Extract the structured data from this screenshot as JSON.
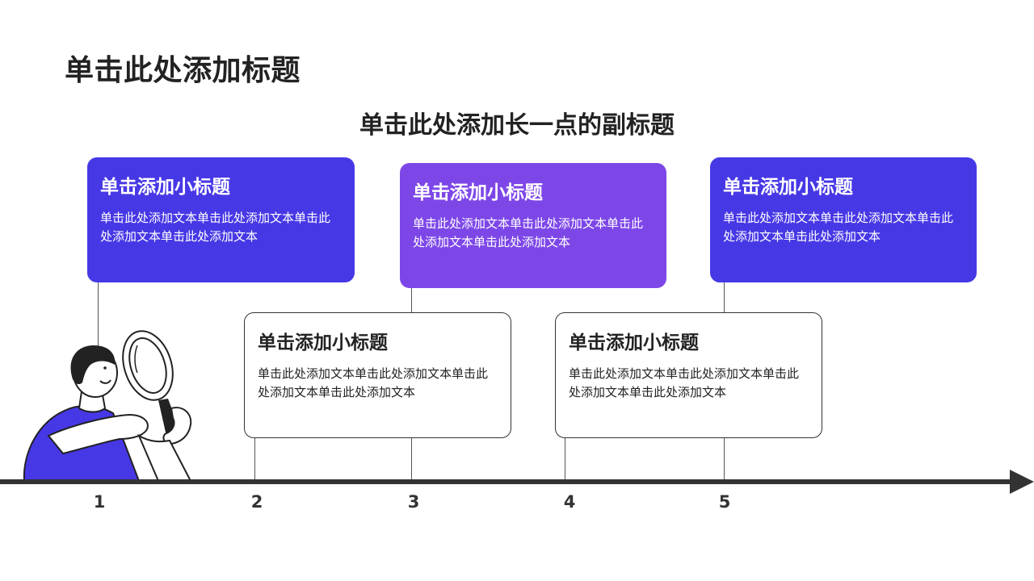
{
  "title": "单击此处添加标题",
  "subtitle": "单击此处添加长一点的副标题",
  "colors": {
    "blue": "#4738e6",
    "purple": "#7d47e8",
    "dark": "#333333"
  },
  "cards": [
    {
      "title": "单击添加小标题",
      "text": "单击此处添加文本单击此处添加文本单击此处添加文本单击此处添加文本"
    },
    {
      "title": "单击添加小标题",
      "text": "单击此处添加文本单击此处添加文本单击此处添加文本单击此处添加文本"
    },
    {
      "title": "单击添加小标题",
      "text": "单击此处添加文本单击此处添加文本单击此处添加文本单击此处添加文本"
    },
    {
      "title": "单击添加小标题",
      "text": "单击此处添加文本单击此处添加文本单击此处添加文本单击此处添加文本"
    },
    {
      "title": "单击添加小标题",
      "text": "单击此处添加文本单击此处添加文本单击此处添加文本单击此处添加文本"
    }
  ],
  "timeline": {
    "numbers": [
      "1",
      "2",
      "3",
      "4",
      "5"
    ]
  },
  "illustration": {
    "icon": "person-with-magnifying-glass-icon"
  }
}
